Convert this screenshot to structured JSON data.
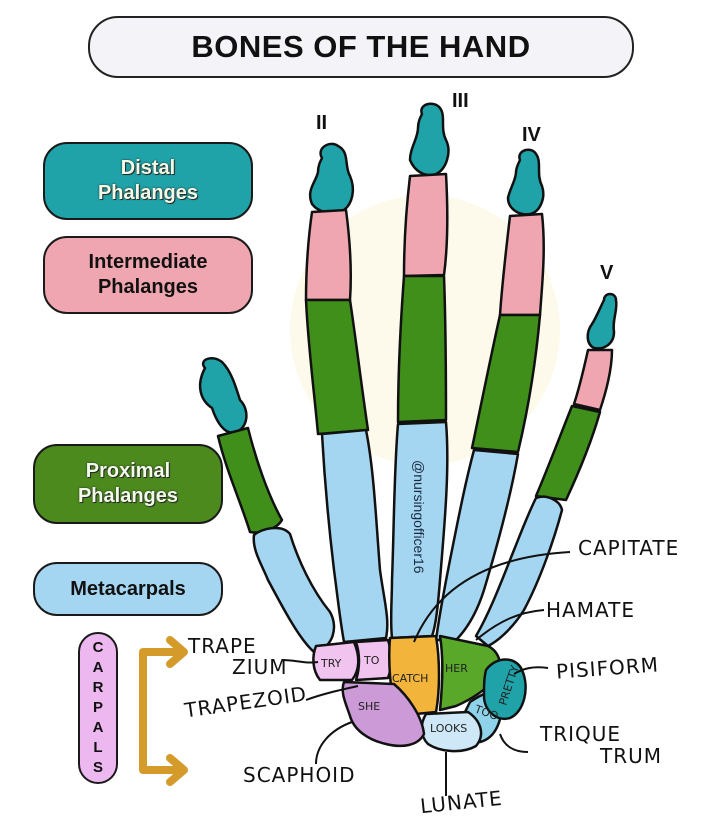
{
  "title": "BONES OF THE HAND",
  "digits": [
    "II",
    "III",
    "IV",
    "V"
  ],
  "legend": {
    "distal": {
      "line1": "Distal",
      "line2": "Phalanges",
      "color": "#1fa3a8"
    },
    "intermediate": {
      "line1": "Intermediate",
      "line2": "Phalanges",
      "color": "#f0a6b0"
    },
    "proximal": {
      "line1": "Proximal",
      "line2": "Phalanges",
      "color": "#4c8a1e"
    },
    "metacarpals": {
      "label": "Metacarpals",
      "color": "#a4d6f2"
    },
    "carpals": {
      "letters": [
        "C",
        "A",
        "R",
        "P",
        "A",
        "L",
        "S"
      ],
      "color": "#ecb8ef"
    }
  },
  "carpal_labels": {
    "trapezium_line1": "TRAPE",
    "trapezium_line2": "ZIUM",
    "trapezoid": "TRAPEZOID",
    "scaphoid": "SCAPHOID",
    "lunate": "LUNATE",
    "capitate": "CAPITATE",
    "hamate": "HAMATE",
    "pisiform": "PISIFORM",
    "triquetrum_line1": "TRIQUE",
    "triquetrum_line2": "TRUM"
  },
  "mnemonic": {
    "try": "TRY",
    "to": "TO",
    "catch": "CATCH",
    "her": "HER",
    "pretty": "PRETTY",
    "too": "TOO",
    "looks": "LOOKS",
    "she": "SHE"
  },
  "watermark": "@nursingofficer16",
  "colors": {
    "distal": "#1fa3a8",
    "intermediate": "#f0a6b0",
    "proximal": "#3f8f1a",
    "metacarpal": "#a4d6f2",
    "trapezium": "#f1c3ef",
    "trapezoid": "#f1c3ef",
    "capitate": "#f2b43a",
    "hamate": "#5aa82a",
    "pisiform": "#1fa3a8",
    "triquetrum": "#8ed3ea",
    "lunate": "#cfe8f7",
    "scaphoid": "#cc9ad6",
    "arrow": "#d49a2a"
  }
}
